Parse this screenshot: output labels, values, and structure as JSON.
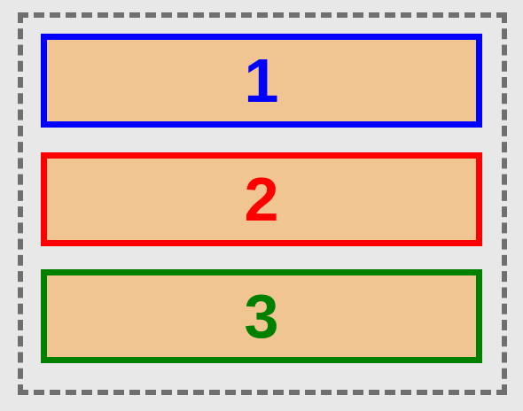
{
  "boxes": [
    {
      "label": "1",
      "border_color": "#0000ff"
    },
    {
      "label": "2",
      "border_color": "#ff0000"
    },
    {
      "label": "3",
      "border_color": "#008000"
    }
  ],
  "colors": {
    "background": "#e8e8e8",
    "container_border": "#6f6f6f",
    "box_fill": "#f0c592"
  }
}
